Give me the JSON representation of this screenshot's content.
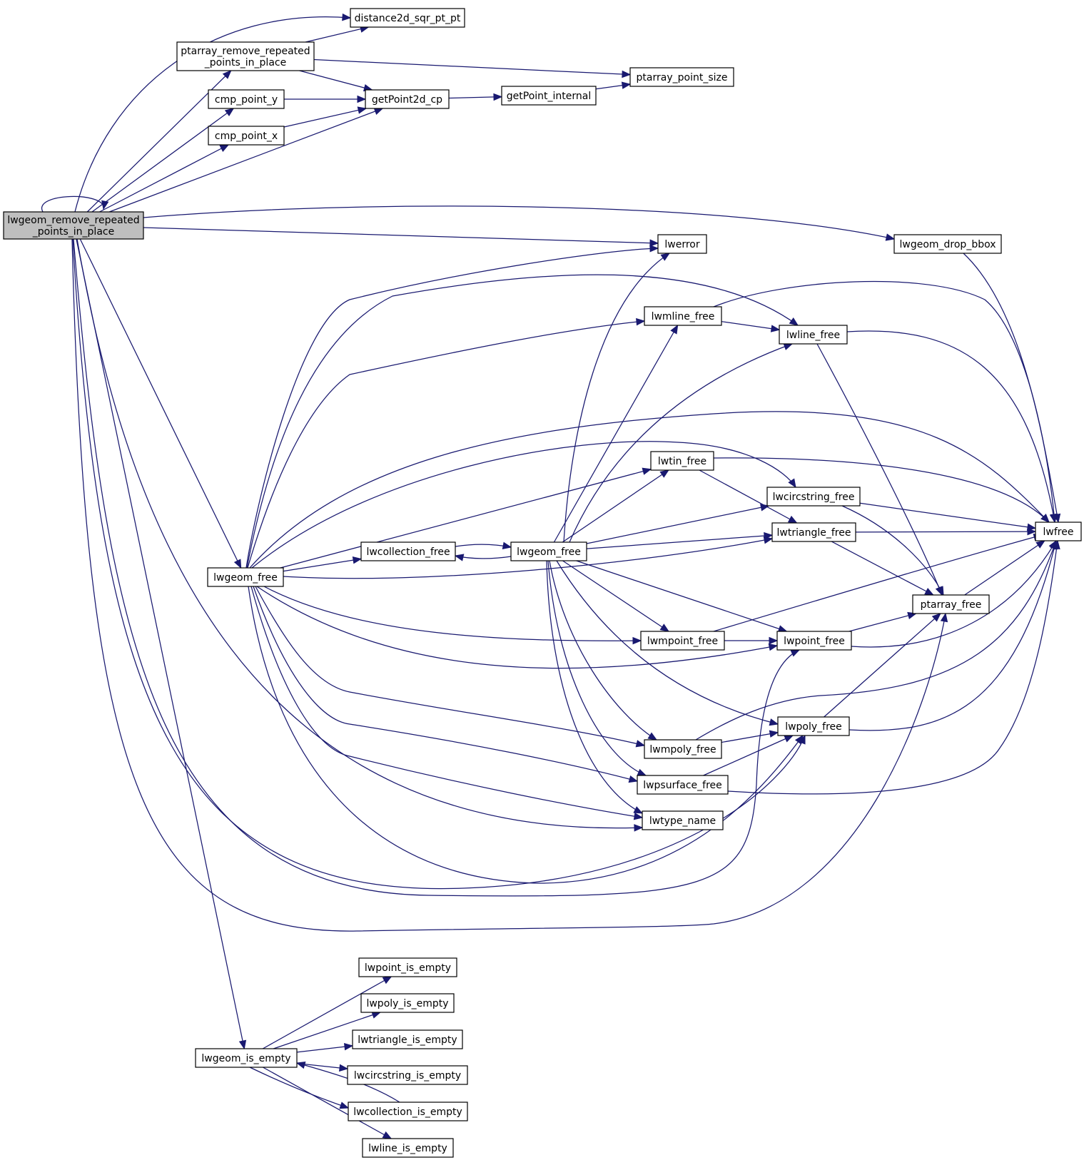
{
  "graph": {
    "nodes": [
      {
        "id": "lwgeom_remove_repeated_points_in_place",
        "lines": [
          "lwgeom_remove_repeated",
          "_points_in_place"
        ],
        "root": true
      },
      {
        "id": "distance2d_sqr_pt_pt",
        "lines": [
          "distance2d_sqr_pt_pt"
        ]
      },
      {
        "id": "ptarray_remove_repeated_points_in_place",
        "lines": [
          "ptarray_remove_repeated",
          "_points_in_place"
        ]
      },
      {
        "id": "ptarray_point_size",
        "lines": [
          "ptarray_point_size"
        ]
      },
      {
        "id": "cmp_point_y",
        "lines": [
          "cmp_point_y"
        ]
      },
      {
        "id": "getPoint2d_cp",
        "lines": [
          "getPoint2d_cp"
        ]
      },
      {
        "id": "getPoint_internal",
        "lines": [
          "getPoint_internal"
        ]
      },
      {
        "id": "cmp_point_x",
        "lines": [
          "cmp_point_x"
        ]
      },
      {
        "id": "lwerror",
        "lines": [
          "lwerror"
        ]
      },
      {
        "id": "lwgeom_drop_bbox",
        "lines": [
          "lwgeom_drop_bbox"
        ]
      },
      {
        "id": "lwmline_free",
        "lines": [
          "lwmline_free"
        ]
      },
      {
        "id": "lwline_free",
        "lines": [
          "lwline_free"
        ]
      },
      {
        "id": "lwtin_free",
        "lines": [
          "lwtin_free"
        ]
      },
      {
        "id": "lwcircstring_free",
        "lines": [
          "lwcircstring_free"
        ]
      },
      {
        "id": "lwfree",
        "lines": [
          "lwfree"
        ]
      },
      {
        "id": "lwtriangle_free",
        "lines": [
          "lwtriangle_free"
        ]
      },
      {
        "id": "lwcollection_free",
        "lines": [
          "lwcollection_free"
        ]
      },
      {
        "id": "lwgeom_free_b",
        "lines": [
          "lwgeom_free"
        ]
      },
      {
        "id": "lwgeom_free",
        "lines": [
          "lwgeom_free"
        ]
      },
      {
        "id": "ptarray_free",
        "lines": [
          "ptarray_free"
        ]
      },
      {
        "id": "lwmpoint_free",
        "lines": [
          "lwmpoint_free"
        ]
      },
      {
        "id": "lwpoint_free",
        "lines": [
          "lwpoint_free"
        ]
      },
      {
        "id": "lwpoly_free",
        "lines": [
          "lwpoly_free"
        ]
      },
      {
        "id": "lwmpoly_free",
        "lines": [
          "lwmpoly_free"
        ]
      },
      {
        "id": "lwpsurface_free",
        "lines": [
          "lwpsurface_free"
        ]
      },
      {
        "id": "lwtype_name",
        "lines": [
          "lwtype_name"
        ]
      },
      {
        "id": "lwpoint_is_empty",
        "lines": [
          "lwpoint_is_empty"
        ]
      },
      {
        "id": "lwpoly_is_empty",
        "lines": [
          "lwpoly_is_empty"
        ]
      },
      {
        "id": "lwtriangle_is_empty",
        "lines": [
          "lwtriangle_is_empty"
        ]
      },
      {
        "id": "lwgeom_is_empty",
        "lines": [
          "lwgeom_is_empty"
        ]
      },
      {
        "id": "lwcircstring_is_empty",
        "lines": [
          "lwcircstring_is_empty"
        ]
      },
      {
        "id": "lwcollection_is_empty",
        "lines": [
          "lwcollection_is_empty"
        ]
      },
      {
        "id": "lwline_is_empty",
        "lines": [
          "lwline_is_empty"
        ]
      }
    ],
    "edges": [
      [
        "lwgeom_remove_repeated_points_in_place",
        "distance2d_sqr_pt_pt"
      ],
      [
        "lwgeom_remove_repeated_points_in_place",
        "ptarray_remove_repeated_points_in_place"
      ],
      [
        "lwgeom_remove_repeated_points_in_place",
        "cmp_point_y"
      ],
      [
        "lwgeom_remove_repeated_points_in_place",
        "cmp_point_x"
      ],
      [
        "lwgeom_remove_repeated_points_in_place",
        "getPoint2d_cp"
      ],
      [
        "lwgeom_remove_repeated_points_in_place",
        "lwgeom_remove_repeated_points_in_place"
      ],
      [
        "lwgeom_remove_repeated_points_in_place",
        "lwgeom_drop_bbox"
      ],
      [
        "lwgeom_remove_repeated_points_in_place",
        "lwerror"
      ],
      [
        "lwgeom_remove_repeated_points_in_place",
        "lwgeom_free"
      ],
      [
        "lwgeom_remove_repeated_points_in_place",
        "lwtype_name"
      ],
      [
        "lwgeom_remove_repeated_points_in_place",
        "lwpoint_free"
      ],
      [
        "lwgeom_remove_repeated_points_in_place",
        "lwpoly_free"
      ],
      [
        "lwgeom_remove_repeated_points_in_place",
        "ptarray_free"
      ],
      [
        "lwgeom_remove_repeated_points_in_place",
        "lwgeom_is_empty"
      ],
      [
        "ptarray_remove_repeated_points_in_place",
        "distance2d_sqr_pt_pt"
      ],
      [
        "ptarray_remove_repeated_points_in_place",
        "ptarray_point_size"
      ],
      [
        "ptarray_remove_repeated_points_in_place",
        "getPoint2d_cp"
      ],
      [
        "cmp_point_y",
        "getPoint2d_cp"
      ],
      [
        "cmp_point_x",
        "getPoint2d_cp"
      ],
      [
        "getPoint2d_cp",
        "getPoint_internal"
      ],
      [
        "getPoint_internal",
        "ptarray_point_size"
      ],
      [
        "lwgeom_drop_bbox",
        "lwfree"
      ],
      [
        "lwgeom_free",
        "lwerror"
      ],
      [
        "lwgeom_free",
        "lwline_free"
      ],
      [
        "lwgeom_free",
        "lwmline_free"
      ],
      [
        "lwgeom_free",
        "lwfree"
      ],
      [
        "lwgeom_free",
        "lwcircstring_free"
      ],
      [
        "lwgeom_free",
        "lwtin_free"
      ],
      [
        "lwgeom_free",
        "lwcollection_free"
      ],
      [
        "lwgeom_free",
        "lwtriangle_free"
      ],
      [
        "lwgeom_free",
        "lwmpoint_free"
      ],
      [
        "lwgeom_free",
        "lwpoint_free"
      ],
      [
        "lwgeom_free",
        "lwmpoly_free"
      ],
      [
        "lwgeom_free",
        "lwpsurface_free"
      ],
      [
        "lwgeom_free",
        "lwtype_name"
      ],
      [
        "lwgeom_free",
        "lwpoly_free"
      ],
      [
        "lwcollection_free",
        "lwgeom_free_b"
      ],
      [
        "lwgeom_free_b",
        "lwcollection_free"
      ],
      [
        "lwgeom_free_b",
        "lwerror"
      ],
      [
        "lwgeom_free_b",
        "lwmline_free"
      ],
      [
        "lwgeom_free_b",
        "lwline_free"
      ],
      [
        "lwgeom_free_b",
        "lwtin_free"
      ],
      [
        "lwgeom_free_b",
        "lwcircstring_free"
      ],
      [
        "lwgeom_free_b",
        "lwtriangle_free"
      ],
      [
        "lwgeom_free_b",
        "lwmpoint_free"
      ],
      [
        "lwgeom_free_b",
        "lwpoint_free"
      ],
      [
        "lwgeom_free_b",
        "lwpoly_free"
      ],
      [
        "lwgeom_free_b",
        "lwmpoly_free"
      ],
      [
        "lwgeom_free_b",
        "lwpsurface_free"
      ],
      [
        "lwgeom_free_b",
        "lwtype_name"
      ],
      [
        "lwmline_free",
        "lwline_free"
      ],
      [
        "lwmline_free",
        "lwfree"
      ],
      [
        "lwline_free",
        "lwfree"
      ],
      [
        "lwline_free",
        "ptarray_free"
      ],
      [
        "lwtin_free",
        "lwfree"
      ],
      [
        "lwtin_free",
        "lwtriangle_free"
      ],
      [
        "lwcircstring_free",
        "lwfree"
      ],
      [
        "lwcircstring_free",
        "ptarray_free"
      ],
      [
        "lwtriangle_free",
        "lwfree"
      ],
      [
        "lwtriangle_free",
        "ptarray_free"
      ],
      [
        "ptarray_free",
        "lwfree"
      ],
      [
        "lwmpoint_free",
        "lwpoint_free"
      ],
      [
        "lwmpoint_free",
        "lwfree"
      ],
      [
        "lwpoint_free",
        "ptarray_free"
      ],
      [
        "lwpoint_free",
        "lwfree"
      ],
      [
        "lwpoly_free",
        "ptarray_free"
      ],
      [
        "lwpoly_free",
        "lwfree"
      ],
      [
        "lwmpoly_free",
        "lwpoly_free"
      ],
      [
        "lwmpoly_free",
        "lwfree"
      ],
      [
        "lwpsurface_free",
        "lwpoly_free"
      ],
      [
        "lwpsurface_free",
        "lwfree"
      ],
      [
        "lwgeom_is_empty",
        "lwpoint_is_empty"
      ],
      [
        "lwgeom_is_empty",
        "lwpoly_is_empty"
      ],
      [
        "lwgeom_is_empty",
        "lwtriangle_is_empty"
      ],
      [
        "lwgeom_is_empty",
        "lwcircstring_is_empty"
      ],
      [
        "lwgeom_is_empty",
        "lwcollection_is_empty"
      ],
      [
        "lwgeom_is_empty",
        "lwline_is_empty"
      ],
      [
        "lwcollection_is_empty",
        "lwgeom_is_empty"
      ]
    ]
  },
  "style": {
    "edge_color": "#191970",
    "root_fill": "#bfbfbf",
    "node_fill": "#ffffff"
  }
}
